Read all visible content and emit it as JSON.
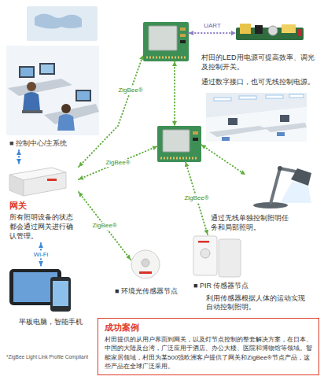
{
  "diagram": {
    "nodes": [
      {
        "text": [
          "■ 控制中心/主系统"
        ]
      },
      {
        "text": []
      },
      {
        "text": [
          "村田的LED用电源可提高效率、调光及控制开关。",
          "通过数字接口，也可无线控制电源。"
        ]
      },
      {
        "text": []
      },
      {
        "text": [
          "网关",
          "所有照明设备的状态都会通过网关进行确认管理。"
        ]
      },
      {
        "text": [
          "通过无线单独控制照明任务和局部照明。"
        ]
      },
      {
        "text": [
          "■ 环境光传感器节点"
        ]
      },
      {
        "text": [
          "■ PIR 传感器节点",
          "利用传感器根据人体的运动实现自动控制照明。"
        ]
      },
      {
        "text": [
          "平板电脑，智能手机"
        ]
      },
      {
        "text": [
          "成功案例",
          "村田提供的从用户界面到网关，以及灯节点控制的整套解决方案，在日本、中国的大陆及台湾，广泛应用于酒店、办公大楼、医院和博物馆等领域。智能家居领域，村田为某500强欧洲客户提供了网关和ZigBee®节点产品，这些产品在全球广泛采用。"
        ]
      }
    ],
    "edges": [
      {
        "from": 0,
        "to": 4,
        "arrow": "both"
      },
      {
        "from": 4,
        "to": 1,
        "label": "ZigBee®",
        "arrow": "both"
      },
      {
        "from": 1,
        "to": 2,
        "label": "UART",
        "arrow": "both"
      },
      {
        "from": 1,
        "to": 3,
        "arrow": "both"
      },
      {
        "from": 4,
        "to": 3,
        "label": "ZigBee®",
        "arrow": "both"
      },
      {
        "from": 4,
        "to": 6,
        "label": "ZigBee®",
        "arrow": "both"
      },
      {
        "from": 3,
        "to": 7,
        "label": "ZigBee®",
        "arrow": "both"
      },
      {
        "from": 3,
        "to": 5,
        "arrow": "both"
      },
      {
        "from": 4,
        "to": 8,
        "label": "Wi-Fi",
        "arrow": "both"
      }
    ],
    "labels": [
      "*ZigBee Light Link Profile Compliant"
    ]
  }
}
